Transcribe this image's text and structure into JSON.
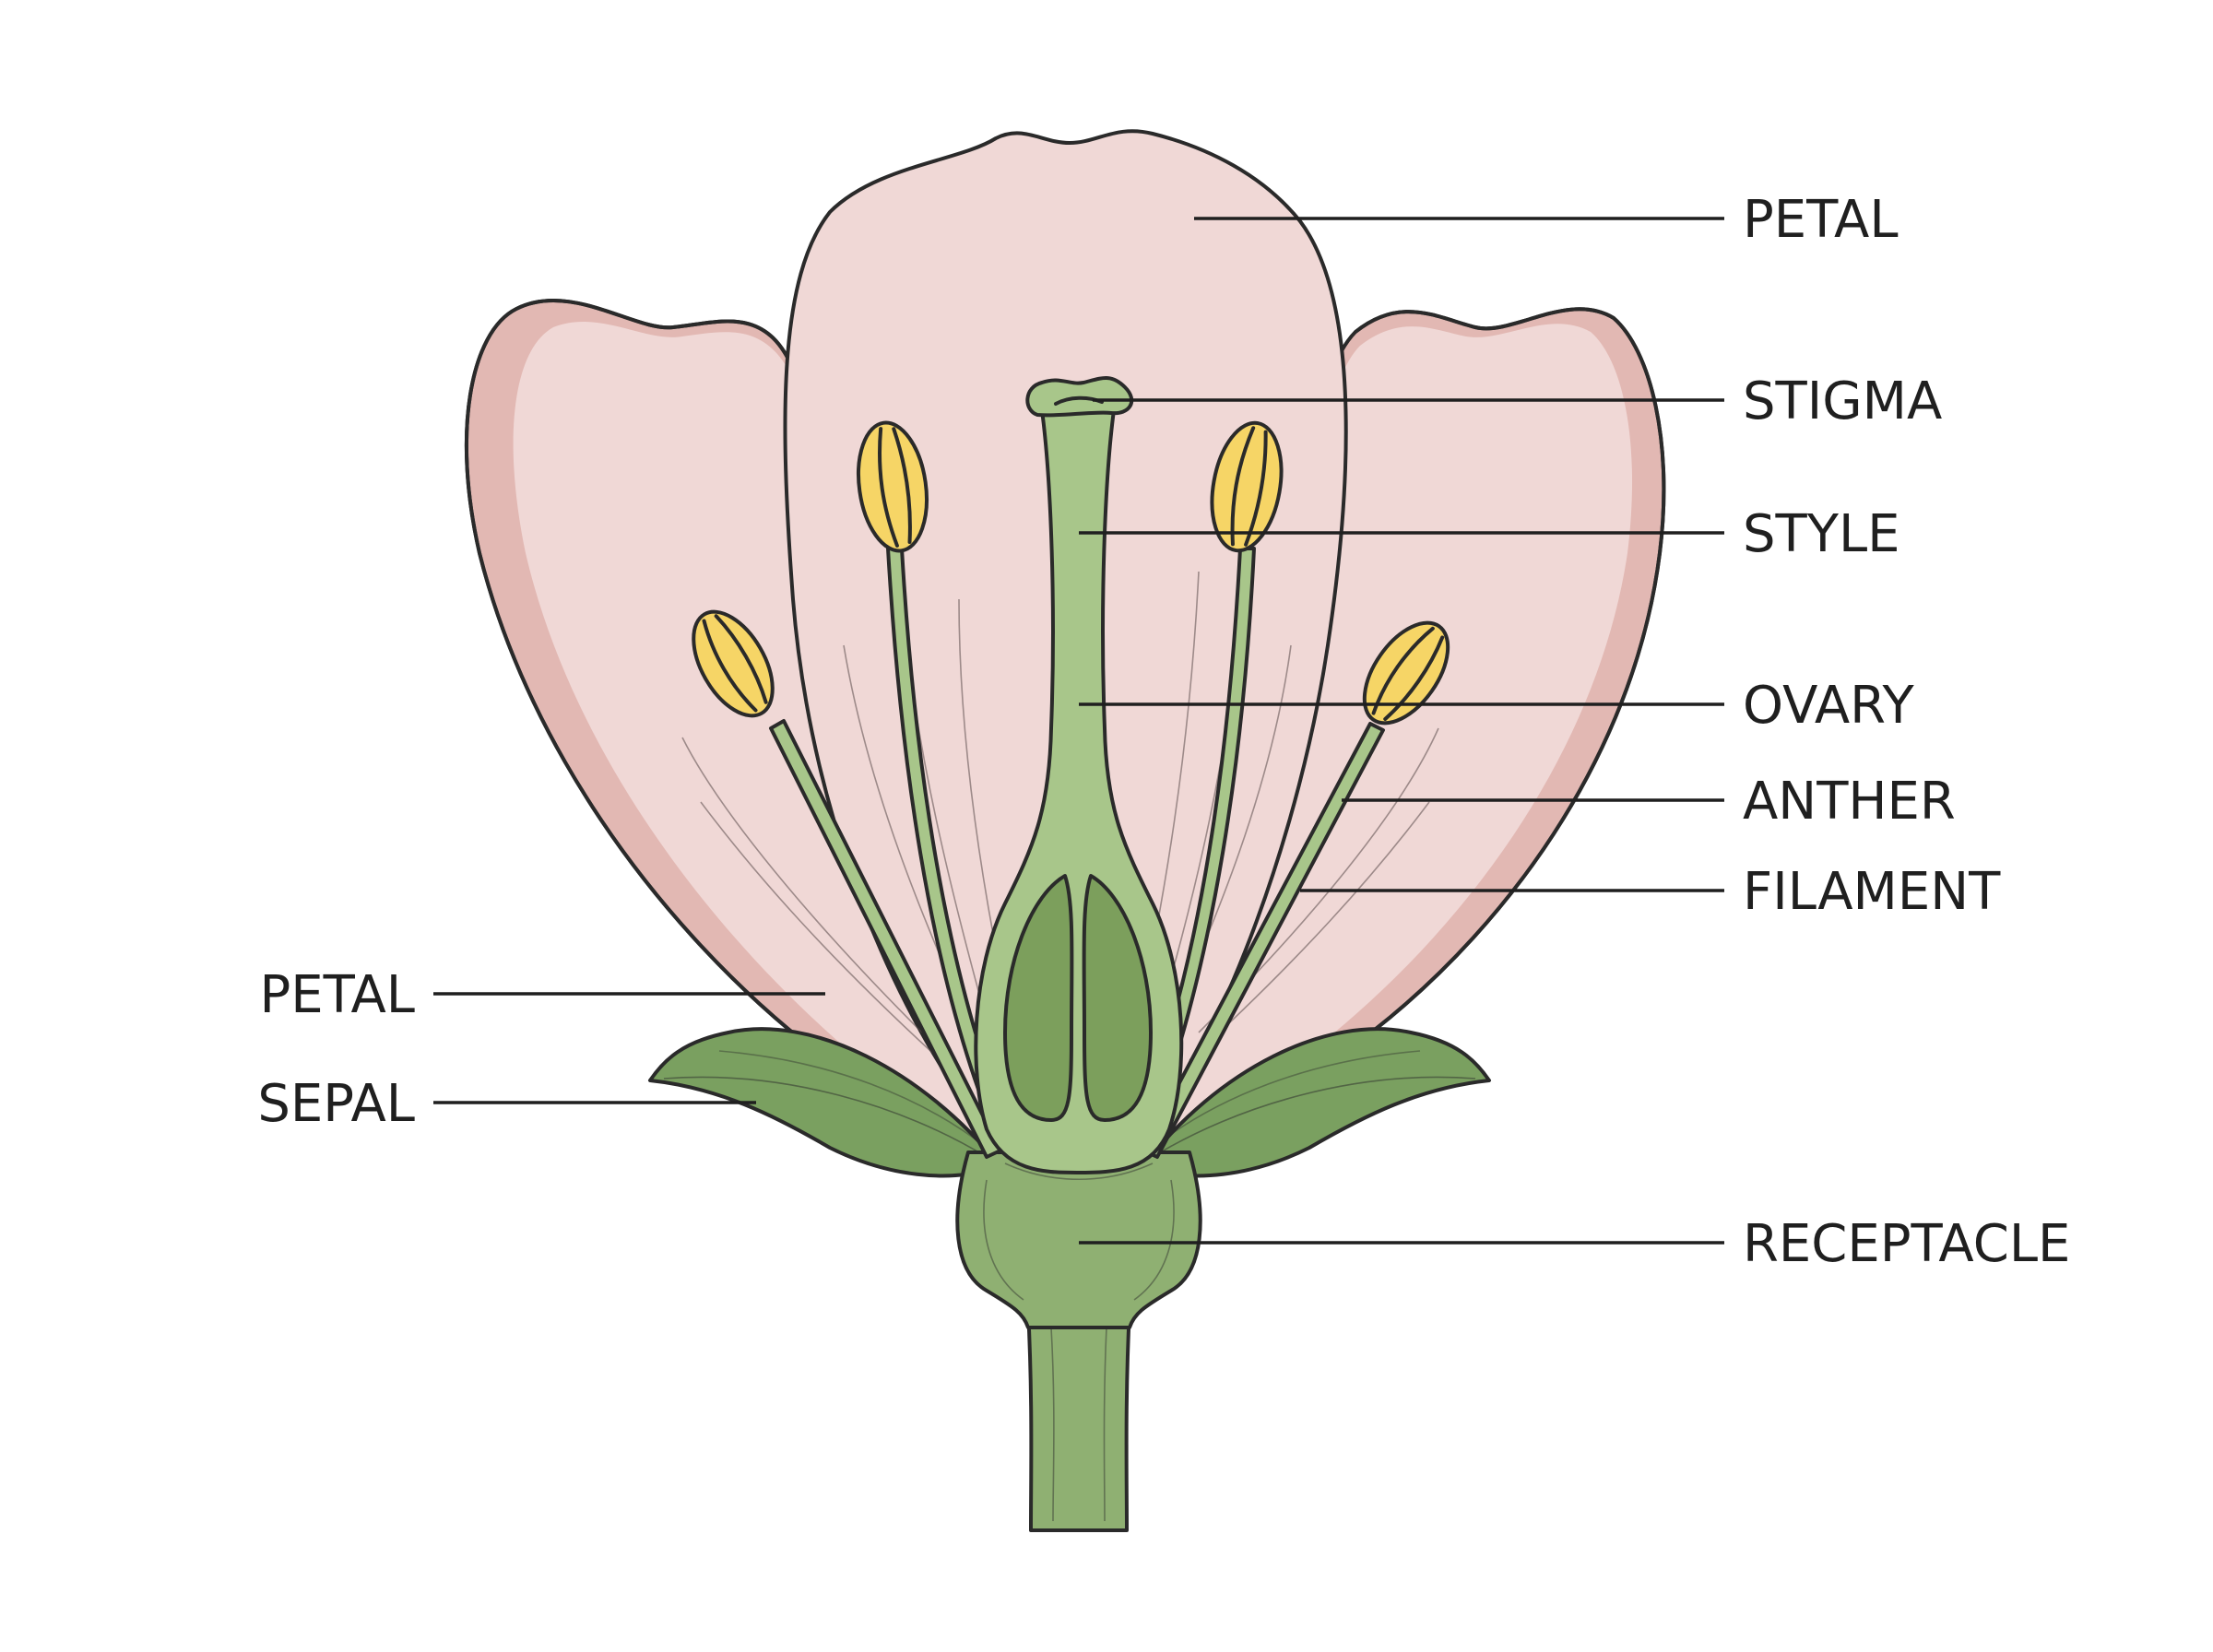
{
  "labels": {
    "petal_top": "PETAL",
    "stigma": "STIGMA",
    "style": "STYLE",
    "ovary": "OVARY",
    "anther": "ANTHER",
    "filament": "FILAMENT",
    "petal_left": "PETAL",
    "sepal": "SEPAL",
    "receptacle": "RECEPTACLE"
  },
  "colors": {
    "petal": "#f0d8d6",
    "petal_shadow": "#e2b8b3",
    "sepal": "#7aa060",
    "sepal_light": "#93b676",
    "pistil": "#a8c68a",
    "ovary_chamber": "#7c9f5c",
    "anther": "#f6d566",
    "receptacle": "#8fb072",
    "outline": "#2a2a2a"
  }
}
